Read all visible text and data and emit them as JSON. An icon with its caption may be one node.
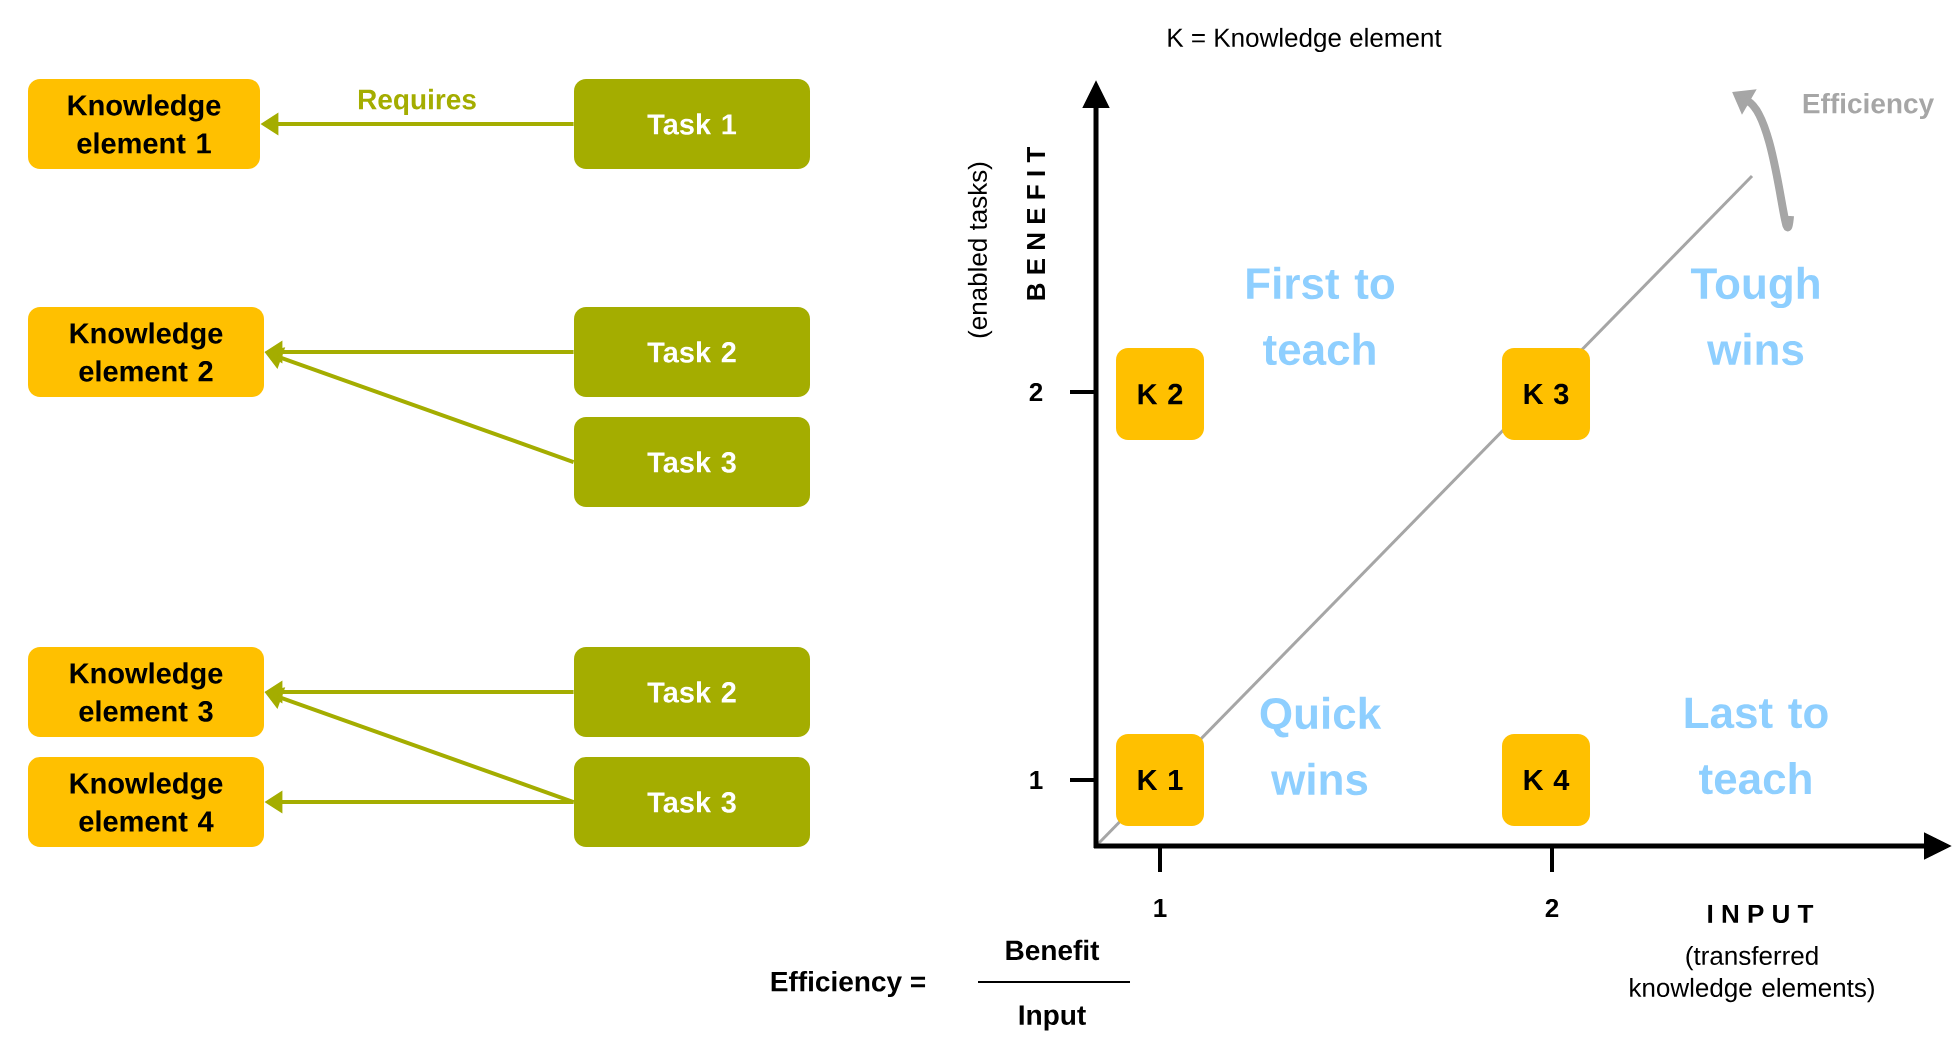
{
  "diagram": {
    "nodes": [
      {
        "text": [
          "Knowledge element 1"
        ]
      },
      {
        "text": [
          "Task 1"
        ]
      },
      {
        "text": [
          "Knowledge element 2"
        ]
      },
      {
        "text": [
          "Task 2"
        ]
      },
      {
        "text": [
          "Task 3"
        ]
      },
      {
        "text": [
          "Knowledge element 3"
        ]
      },
      {
        "text": [
          "Task 2"
        ]
      },
      {
        "text": [
          "Knowledge element 4"
        ]
      },
      {
        "text": [
          "Task 3"
        ]
      },
      {
        "text": [
          "K 2"
        ]
      },
      {
        "text": [
          "K 3"
        ]
      },
      {
        "text": [
          "K 1"
        ]
      },
      {
        "text": [
          "K 4"
        ]
      }
    ],
    "edges": [
      {
        "from": 1,
        "to": 0,
        "arrow": "to",
        "label": "Requires"
      },
      {
        "from": 3,
        "to": 2,
        "arrow": "to"
      },
      {
        "from": 4,
        "to": 2,
        "arrow": "to"
      },
      {
        "from": 6,
        "to": 5,
        "arrow": "to"
      },
      {
        "from": 8,
        "to": 5,
        "arrow": "to"
      },
      {
        "from": 8,
        "to": 7,
        "arrow": "to"
      }
    ],
    "labels": [
      "K = Knowledge element",
      "Efficiency",
      "(enabled tasks)",
      "B E N E F I T",
      "First to teach",
      "Tough wins",
      "2",
      "Quick wins",
      "Last to teach",
      "1",
      "1",
      "2",
      "I N P U T",
      "(transferred knowledge elements)",
      "Efficiency =",
      "Benefit",
      "Input"
    ]
  }
}
